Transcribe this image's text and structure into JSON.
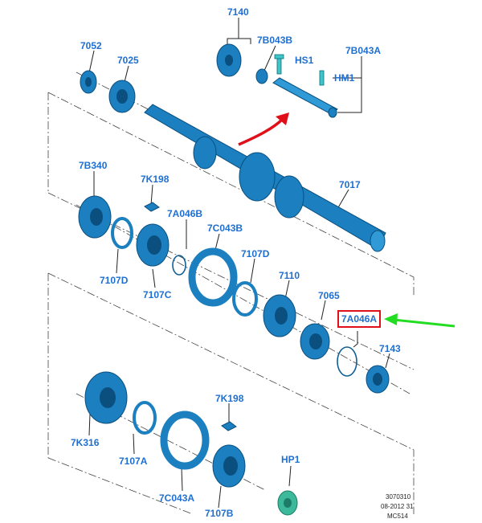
{
  "labels": {
    "p7140": "7140",
    "p7b043b": "7B043B",
    "p7b043a": "7B043A",
    "p7052": "7052",
    "p7025": "7025",
    "hs1": "HS1",
    "hm1": "HM1",
    "p7b340": "7B340",
    "p7k198_top": "7K198",
    "p7a046b": "7A046B",
    "p7017": "7017",
    "p7c043b": "7C043B",
    "p7107d_left": "7107D",
    "p7107c": "7107C",
    "p7107d_right": "7107D",
    "p7110": "7110",
    "p7065": "7065",
    "p7a046a": "7A046A",
    "p7143": "7143",
    "p7k316": "7K316",
    "p7107a": "7107A",
    "p7k198_bottom": "7K198",
    "p7c043a": "7C043A",
    "hp1": "HP1",
    "p7107b": "7107B"
  },
  "reference": {
    "line1": "3070310",
    "line2": "08-2012 31",
    "line3": "MC514"
  },
  "colors": {
    "label": "#1f6fd1",
    "part": "#1b7fc0",
    "highlight_box": "#e0101a",
    "red_arrow": "#e0101a",
    "green_arrow": "#22dd22",
    "hp1_part": "#3cb89a"
  }
}
